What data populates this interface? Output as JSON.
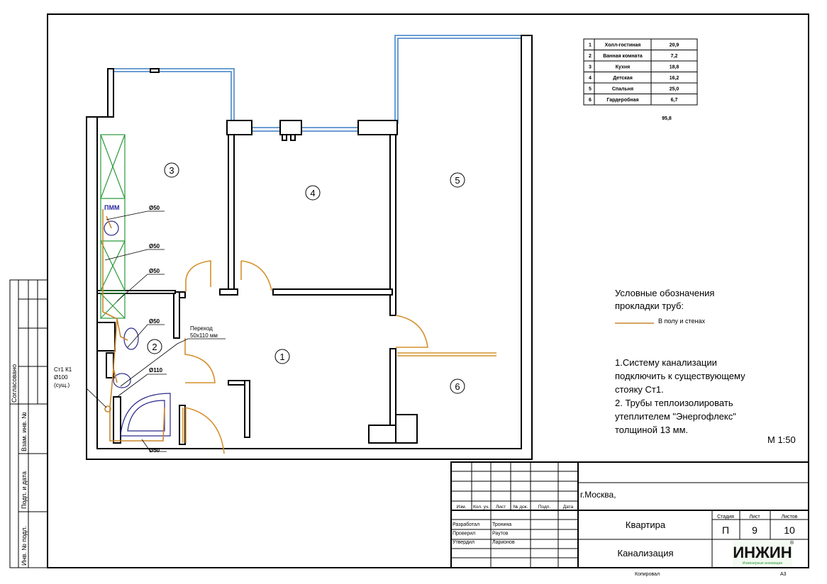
{
  "sheet": {
    "side_stamp": {
      "approved": "Согласовано",
      "replaced_inv": "Взам. инв. №",
      "sign_date": "Подп. и дата",
      "inv_original": "Инв. № подл."
    },
    "rooms_table": {
      "rows": [
        {
          "num": "1",
          "name": "Холл-гостиная",
          "area": "20,9"
        },
        {
          "num": "2",
          "name": "Ванная комната",
          "area": "7,2"
        },
        {
          "num": "3",
          "name": "Кухня",
          "area": "18,8"
        },
        {
          "num": "4",
          "name": "Детская",
          "area": "16,2"
        },
        {
          "num": "5",
          "name": "Спальня",
          "area": "25,0"
        },
        {
          "num": "6",
          "name": "Гардеробная",
          "area": "6,7"
        }
      ],
      "total": "95,8"
    },
    "room_markers": [
      "1",
      "2",
      "3",
      "4",
      "5",
      "6"
    ],
    "annotations": {
      "pmm": "ПММ",
      "d50": "Ø50",
      "d110": "Ø110",
      "transition_l1": "Переход",
      "transition_l2": "50x110 мм",
      "riser_l1": "Ст1 К1",
      "riser_l2": "Ø100",
      "riser_l3": "(сущ.)"
    },
    "legend": {
      "title_l1": "Условные обозначения",
      "title_l2": "прокладки труб:",
      "item": "В полу и стенах",
      "pipe_color": "#c8852c"
    },
    "notes": [
      "1.Систему канализации",
      "подключить к существующему",
      "стояку Ст1.",
      "2. Трубы теплоизолировать",
      "утеплителем \"Энергофлекс\"",
      "толщиной 13 мм."
    ],
    "scale": "М 1:50",
    "title_block": {
      "headers": [
        "Изм.",
        "Кол. уч.",
        "Лист",
        "№ док.",
        "Подп.",
        "Дата"
      ],
      "roles": [
        {
          "role": "Разработал",
          "name": "Тронина"
        },
        {
          "role": "Проверил",
          "name": "Раутов"
        },
        {
          "role": "Утвердил",
          "name": "Ларионов"
        }
      ],
      "address": "г.Москва,",
      "object": "Квартира",
      "drawing": "Канализация",
      "stage_label": "Стадия",
      "sheet_label": "Лист",
      "sheets_label": "Листов",
      "stage": "П",
      "sheet": "9",
      "sheets": "10",
      "logo_text": "ИНЖИН",
      "logo_sub": "Инженерные инновации",
      "logo_mark": "®",
      "copied": "Копировал",
      "format": "А3"
    }
  }
}
